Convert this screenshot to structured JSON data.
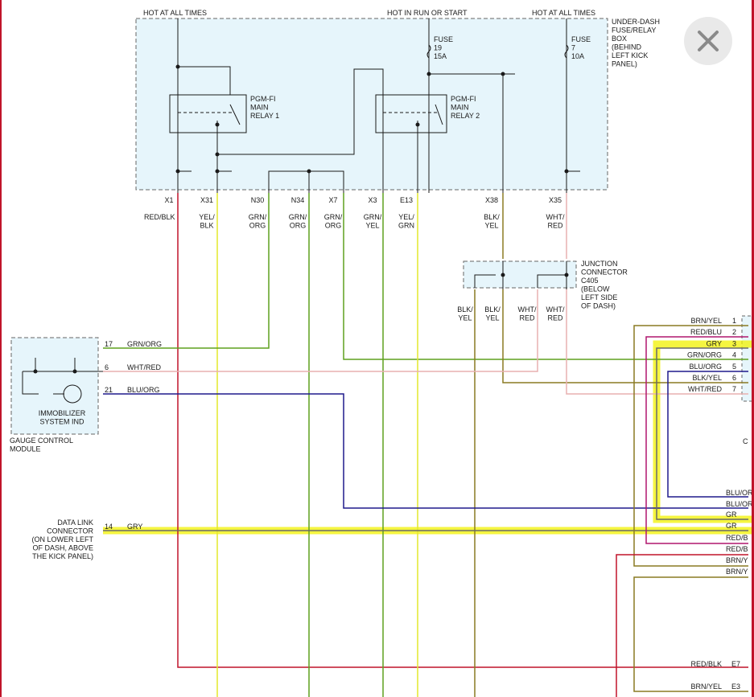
{
  "labels": {
    "hot_always_left": "HOT AT ALL TIMES",
    "hot_run_start": "HOT IN RUN OR START",
    "hot_always_right": "HOT AT ALL TIMES",
    "fusebox_title": [
      "UNDER-DASH",
      "FUSE/RELAY",
      "BOX",
      "(BEHIND",
      "LEFT KICK",
      "PANEL)"
    ],
    "fuse19": [
      "FUSE",
      "19",
      "15A"
    ],
    "fuse7": [
      "FUSE",
      "7",
      "10A"
    ],
    "relay1": [
      "PGM-FI",
      "MAIN",
      "RELAY 1"
    ],
    "relay2": [
      "PGM-FI",
      "MAIN",
      "RELAY 2"
    ],
    "junction": [
      "JUNCTION",
      "CONNECTOR",
      "C405",
      "(BELOW",
      "LEFT SIDE",
      "OF DASH)"
    ],
    "gauge_module": [
      "GAUGE CONTROL",
      "MODULE"
    ],
    "immobilizer": [
      "IMMOBILIZER",
      "SYSTEM IND"
    ],
    "dlc": [
      "DATA LINK",
      "CONNECTOR",
      "(ON LOWER LEFT",
      "OF DASH, ABOVE",
      "THE KICK PANEL)"
    ],
    "right_c": "C"
  },
  "terminals": [
    "X1",
    "X31",
    "N30",
    "N34",
    "X7",
    "X3",
    "E13",
    "X38",
    "X35"
  ],
  "terminal_wires": [
    [
      "RED/BLK"
    ],
    [
      "YEL/",
      "BLK"
    ],
    [
      "GRN/",
      "ORG"
    ],
    [
      "GRN/",
      "ORG"
    ],
    [
      "GRN/",
      "ORG"
    ],
    [
      "GRN/",
      "YEL"
    ],
    [
      "YEL/",
      "GRN"
    ],
    [
      "BLK/",
      "YEL"
    ],
    [
      "WHT/",
      "RED"
    ]
  ],
  "junction_wires": [
    [
      "BLK/",
      "YEL"
    ],
    [
      "BLK/",
      "YEL"
    ],
    [
      "WHT/",
      "RED"
    ],
    [
      "WHT/",
      "RED"
    ]
  ],
  "gauge_pins": [
    {
      "pin": "17",
      "wire": "GRN/ORG"
    },
    {
      "pin": "6",
      "wire": "WHT/RED"
    },
    {
      "pin": "21",
      "wire": "BLU/ORG"
    }
  ],
  "dlc_pin": {
    "pin": "14",
    "wire": "GRY"
  },
  "right_pins": [
    {
      "wire": "BRN/YEL",
      "pin": "1"
    },
    {
      "wire": "RED/BLU",
      "pin": "2"
    },
    {
      "wire": "GRY",
      "pin": "3"
    },
    {
      "wire": "GRN/ORG",
      "pin": "4"
    },
    {
      "wire": "BLU/ORG",
      "pin": "5"
    },
    {
      "wire": "BLK/YEL",
      "pin": "6"
    },
    {
      "wire": "WHT/RED",
      "pin": "7"
    }
  ],
  "right_cut_labels": [
    "BLU/OR",
    "BLU/OR",
    "GR",
    "GR",
    "RED/B",
    "RED/B",
    "BRN/Y",
    "BRN/Y"
  ],
  "bottom_pins": [
    {
      "wire": "RED/BLK",
      "pin": "E7"
    },
    {
      "wire": "BRN/YEL",
      "pin": "E3"
    }
  ],
  "colors": {
    "red": "#c0142a",
    "yellow": "#e3e82c",
    "green": "#5fa11e",
    "pink": "#e8b0b0",
    "blue": "#1f1a8c",
    "olive": "#8a7a22",
    "magenta": "#b0176e",
    "highlight": "#f2f200",
    "box_fill": "#e6f5fb"
  }
}
